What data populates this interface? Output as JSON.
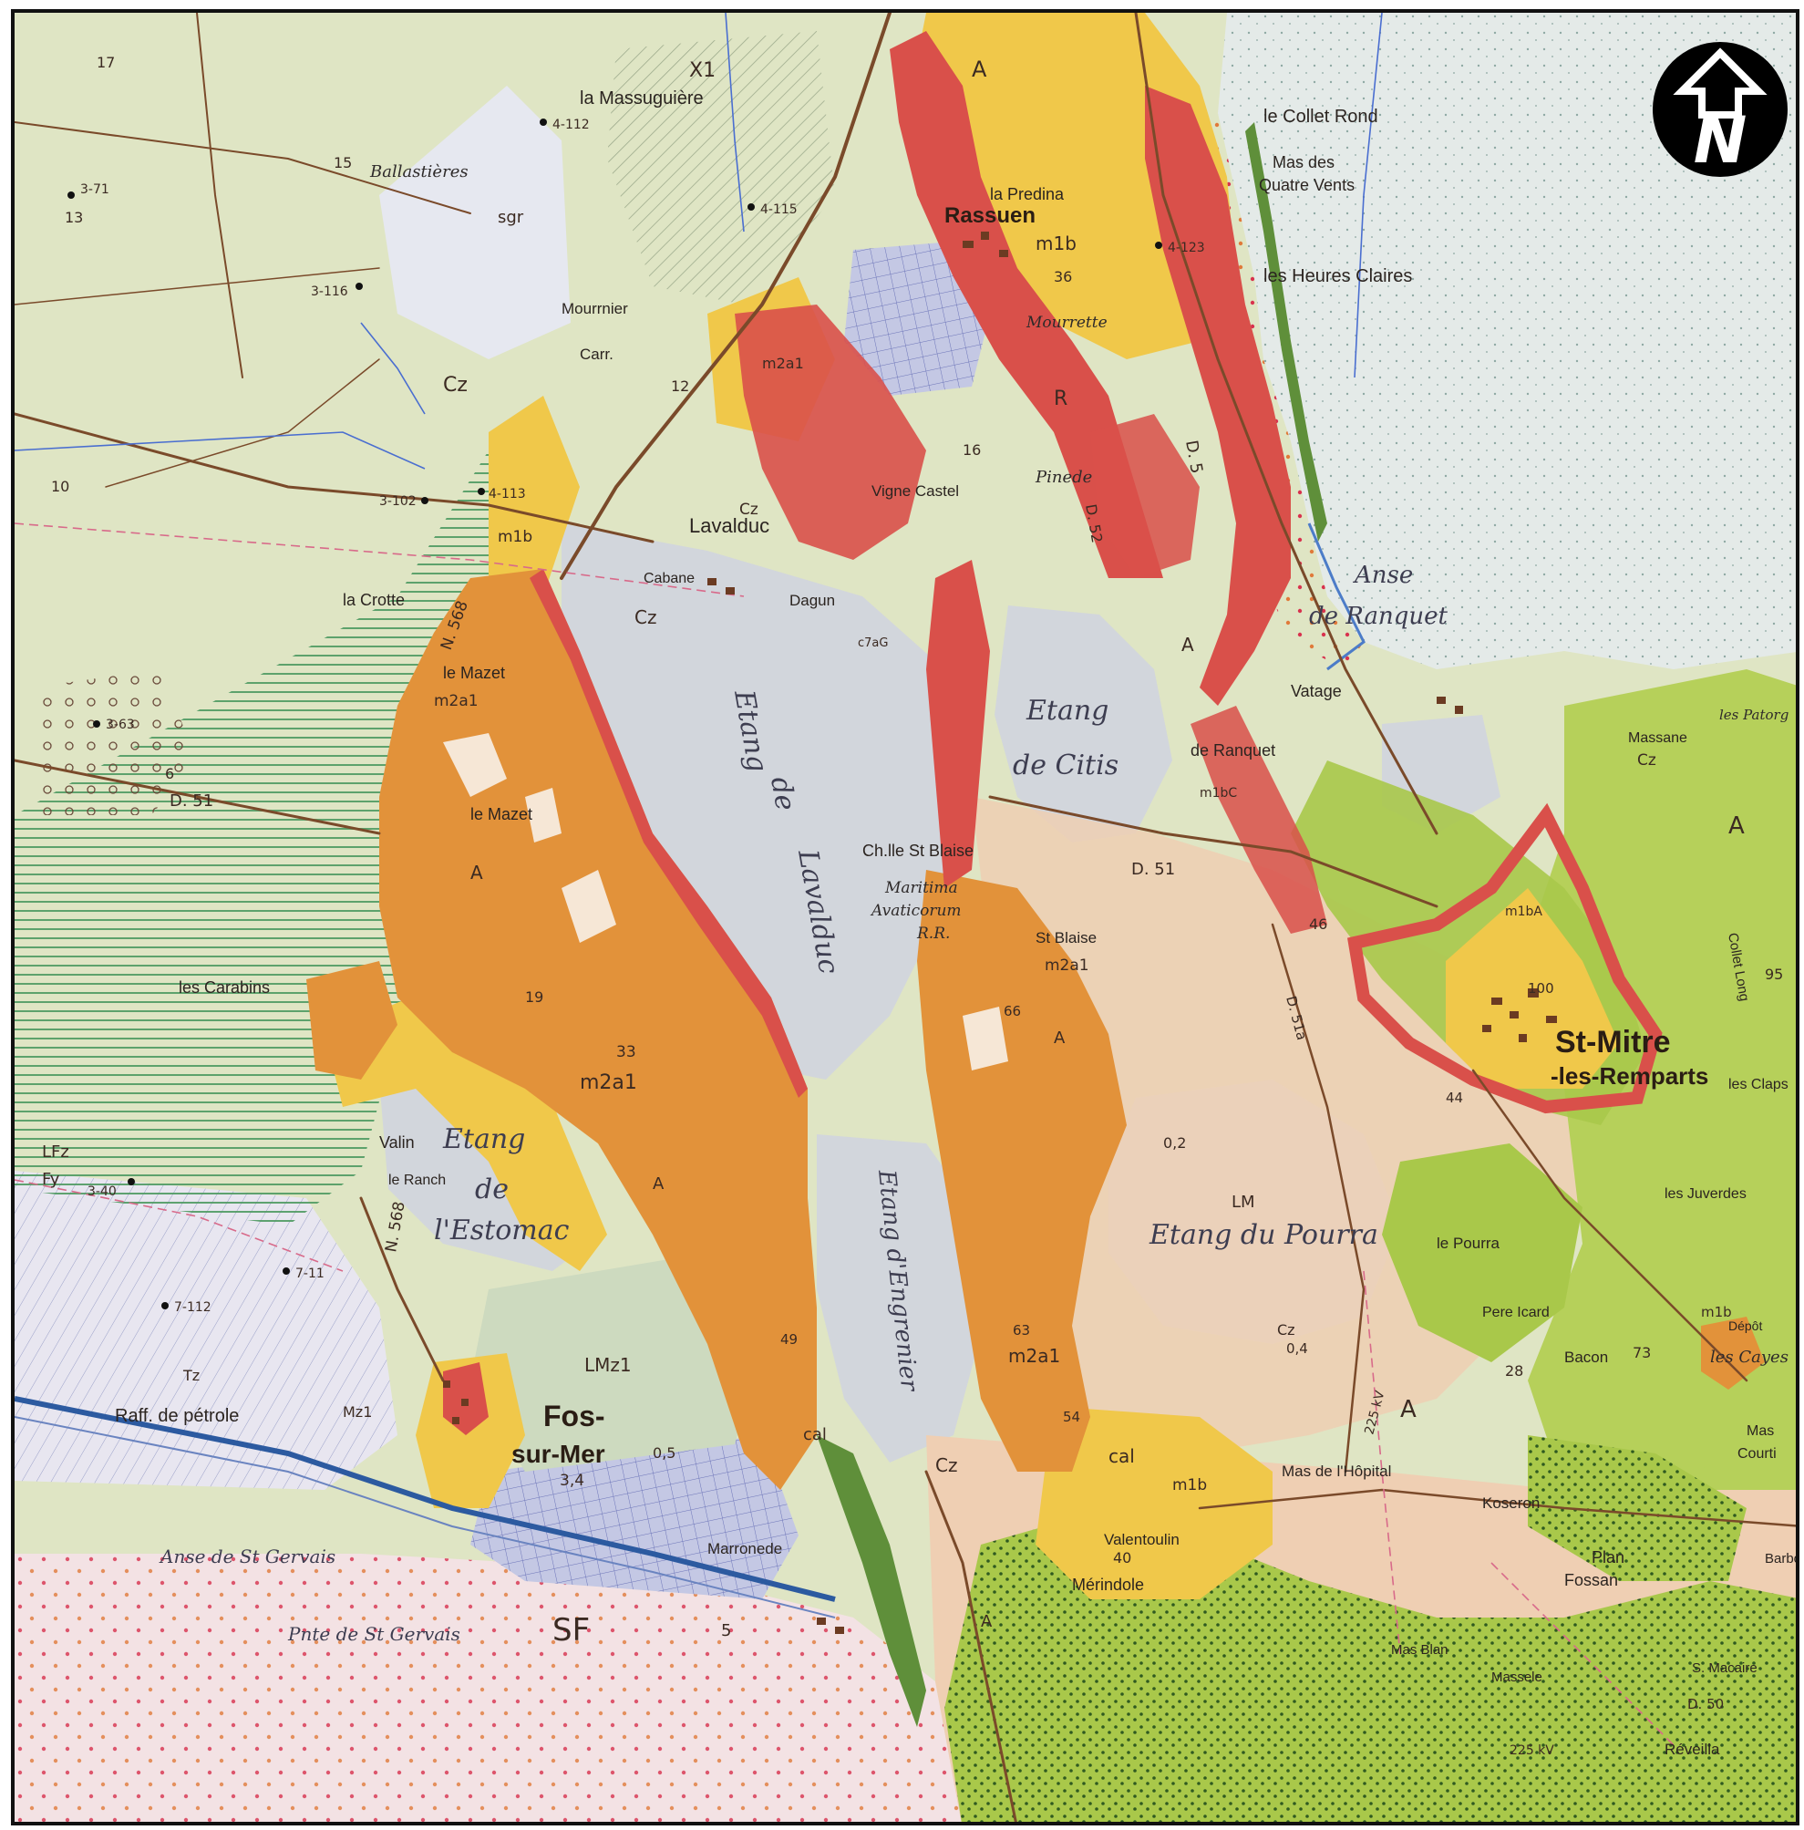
{
  "colors": {
    "land": "#dfe5c4",
    "sea": "#e6ecec",
    "lagoon": "#d2d6dc",
    "saltmarsh": "#cfd4e2",
    "orange": "#e2923a",
    "red": "#d9504a",
    "yellow": "#f0c84a",
    "green": "#a9c84a",
    "darkgreen": "#5f8f3a",
    "tan": "#efcfb3",
    "pink": "#f3e2e4",
    "hatchgreen": "#4f9a62",
    "road": "#7a4a2a"
  },
  "north_arrow": {
    "letter": "N",
    "icon": "north-arrow-icon"
  },
  "water_labels": {
    "etang_lavalduc_1": "Etang",
    "etang_lavalduc_2": "de",
    "etang_lavalduc_3": "Lavalduc",
    "etang_citis_1": "Etang",
    "etang_citis_2": "de Citis",
    "etang_estomac_1": "Etang",
    "etang_estomac_2": "de",
    "etang_estomac_3": "l'Estomac",
    "etang_engrenier": "Etang d'Engrenier",
    "etang_pourra": "Etang du Pourra",
    "anse_ranquet_1": "Anse",
    "anse_ranquet_2": "de Ranquet",
    "anse_gervais": "Anse de St Gervais",
    "pnte_gervais": "Pnte de St Gervais"
  },
  "places": {
    "massuguiere": "la Massuguière",
    "ballastieres": "Ballastières",
    "mourrnier": "Mourrnier",
    "carr": "Carr.",
    "lavalduc": "Lavalduc",
    "crotte": "la Crotte",
    "mazet1": "le Mazet",
    "mazet2": "le Mazet",
    "carabins": "les Carabins",
    "valin": "Valin",
    "ranch": "le Ranch",
    "raff": "Raff. de pétrole",
    "fos1": "Fos-",
    "fos2": "sur-Mer",
    "rassuen": "Rassuen",
    "predina": "la Predina",
    "mourrette": "Mourrette",
    "pinede": "Pinede",
    "vigne": "Vigne Castel",
    "dagun": "Dagun",
    "cabane": "Cabane",
    "collet": "le Collet Rond",
    "mas_vents_1": "Mas des",
    "mas_vents_2": "Quatre Vents",
    "heures": "les Heures Claires",
    "vatage": "Vatage",
    "de_ranquet": "de Ranquet",
    "massane": "Massane",
    "chle": "Ch.lle St Blaise",
    "maritima_1": "Maritima",
    "maritima_2": "Avaticorum",
    "maritima_3": "R.R.",
    "st_blaise": "St Blaise",
    "st_mitre_1": "St-Mitre",
    "st_mitre_2": "-les-Remparts",
    "pourra": "le Pourra",
    "pere": "Pere Icard",
    "bacon": "Bacon",
    "mas_hopital": "Mas de l'Hôpital",
    "koseron": "Koseron",
    "plan_1": "Plan",
    "plan_2": "Fossan",
    "valentoulin": "Valentoulin",
    "merindole": "Mérindole",
    "marronede": "Marronede",
    "reveilla": "Réveilla",
    "mas_courtine_1": "Mas",
    "mas_courtine_2": "Courti",
    "cayes": "les Cayes",
    "depot": "Dépôt",
    "collet_long": "Collet Long",
    "claps": "les Claps",
    "juverdes": "les Juverdes",
    "barbo": "Barbo",
    "st_macaire": "S. Macaire",
    "mas_blan": "Mas Blan",
    "massele": "Massele",
    "patorg": "les Patorg"
  },
  "codes": {
    "x1": "X1",
    "sgr": "sgr",
    "cz1": "Cz",
    "cz2": "Cz",
    "cz3": "Cz",
    "cz4": "Cz",
    "cz5": "Cz",
    "cz6": "Cz",
    "m1b_1": "m1b",
    "m1b_2": "m1b",
    "m1b_3": "m1b",
    "m1b_4": "m1b",
    "m2a1_1": "m2a1",
    "m2a1_2": "m2a1",
    "m2a1_3": "m2a1",
    "m2a1_4": "m2a1",
    "m2a1_5": "m2a1",
    "A1": "A",
    "A2": "A",
    "A3": "A",
    "A4": "A",
    "A5": "A",
    "A6": "A",
    "A7": "A",
    "A8": "A",
    "R": "R",
    "LM": "LM",
    "LMz1": "LMz1",
    "SF": "SF",
    "cal1": "cal",
    "cal2": "cal",
    "c7aG": "c7aG",
    "fy": "Fy",
    "lfz": "LFz",
    "mz1": "Mz1",
    "tz": "Tz",
    "m1bc": "m1bC",
    "m1ba": "m1bA"
  },
  "refs": {
    "r1": "3-71",
    "r2": "3-116",
    "r3": "3-102",
    "r4": "4-112",
    "r5": "4-115",
    "r6": "3-63",
    "r7": "3-40",
    "r8": "7-11",
    "r9": "7-112",
    "r10": "4-113",
    "r11": "4-123"
  },
  "roads": {
    "d51": "D. 51",
    "d51b": "D. 51",
    "d5": "D. 5",
    "d52": "D. 52",
    "n568": "N. 568",
    "n568b": "N. 568",
    "d51a": "D. 51a",
    "d50": "D. 50",
    "kv1": "225 kV",
    "kv2": "225 kV"
  },
  "numbers": {
    "n17": "17",
    "n13": "13",
    "n15": "15",
    "n10": "10",
    "n6": "6",
    "n12": "12",
    "n16": "16",
    "n36": "36",
    "n46": "46",
    "n33": "33",
    "n40": "40",
    "n19": "19",
    "n0_5": "0,5",
    "n3_4": "3,4",
    "n0_2": "0,2",
    "n0_4": "0,4",
    "n28": "28",
    "n73": "73",
    "n95": "95",
    "n5": "5",
    "n100": "100",
    "n63": "63",
    "n49": "49",
    "n66": "66",
    "n54": "54",
    "n44": "44"
  }
}
